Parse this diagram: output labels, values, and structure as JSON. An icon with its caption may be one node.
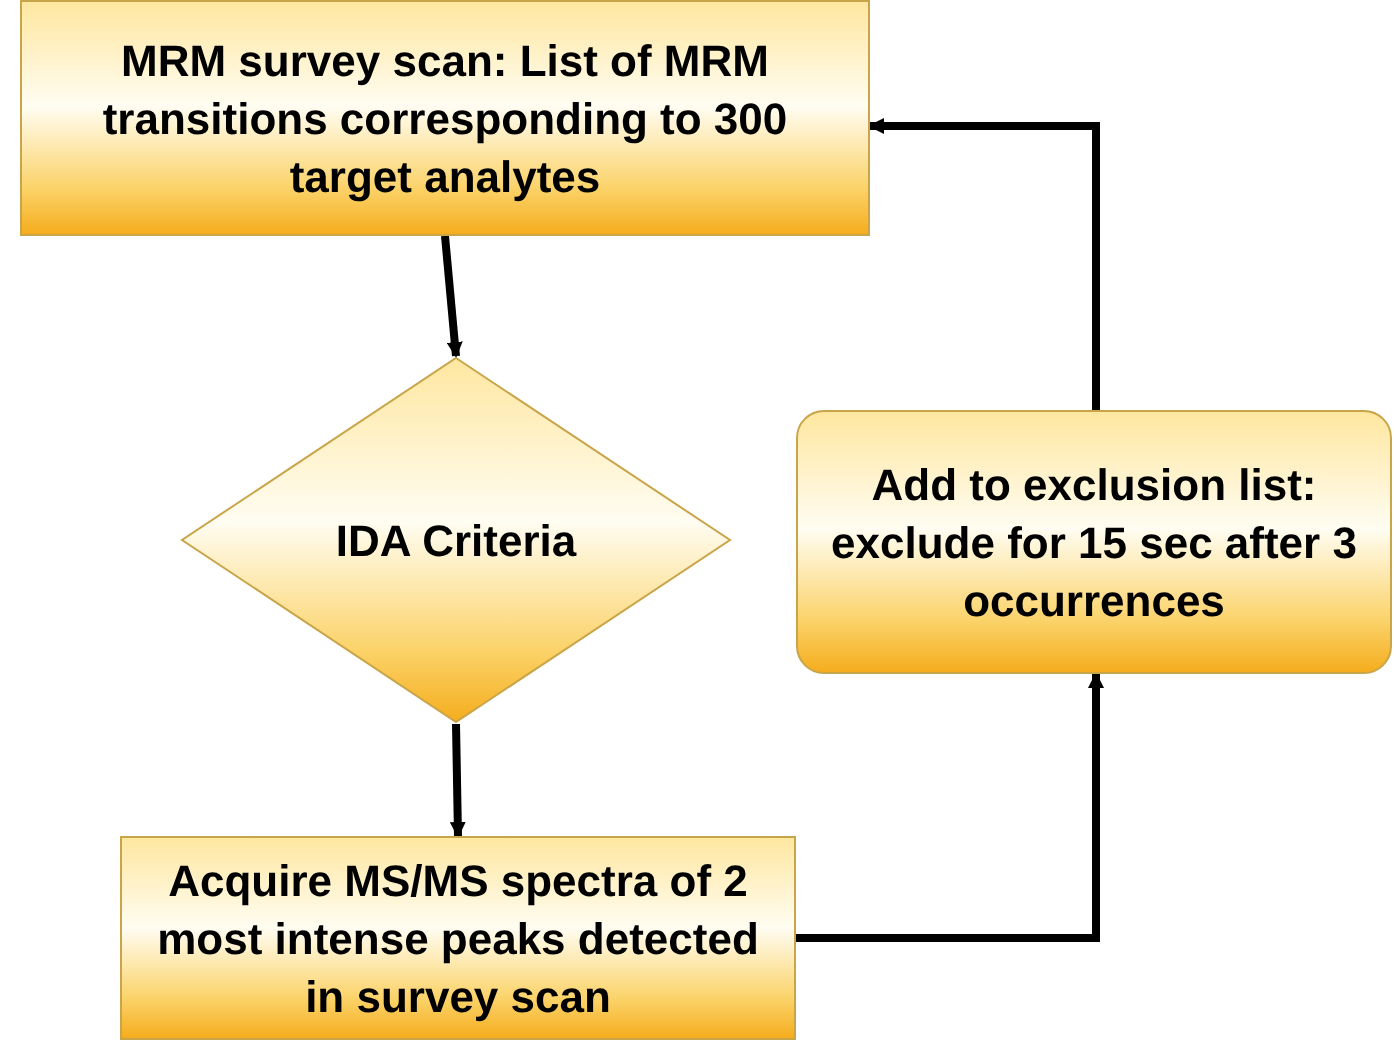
{
  "diagram": {
    "nodes": [
      {
        "text": [
          "MRM survey scan: List of MRM transitions corresponding to 300 target analytes"
        ]
      },
      {
        "text": [
          "IDA Criteria"
        ]
      },
      {
        "text": [
          "Acquire MS/MS spectra of 2 most intense peaks detected in survey scan"
        ]
      },
      {
        "text": [
          "Add to exclusion list: exclude for 15 sec after 3 occurrences"
        ]
      }
    ],
    "edges": [
      {
        "from": 0,
        "to": 1,
        "arrow": "to"
      },
      {
        "from": 1,
        "to": 2,
        "arrow": "to"
      },
      {
        "from": 2,
        "to": 3,
        "arrow": "to"
      },
      {
        "from": 3,
        "to": 0,
        "arrow": "to"
      }
    ]
  }
}
